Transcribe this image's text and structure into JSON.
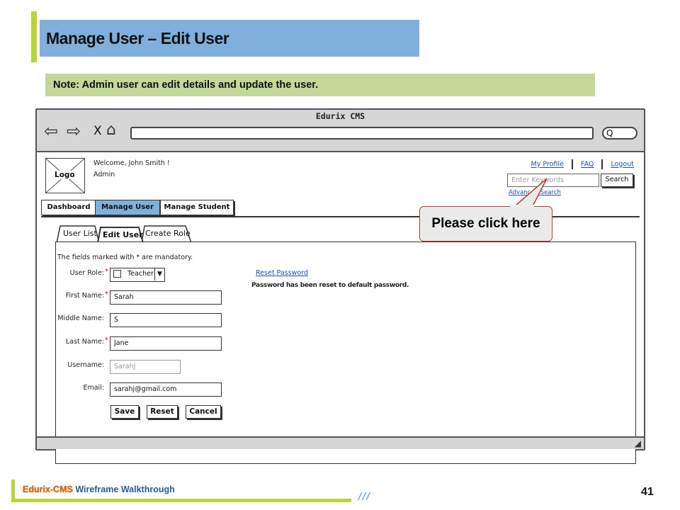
{
  "slide": {
    "title": "Manage User – Edit User",
    "note_label": "Note:",
    "note_text": "Admin user can edit details and update the user.",
    "footer_brand": "Edurix-CMS",
    "footer_text": "Wireframe Walkthrough",
    "footer_slashes": "///",
    "page_number": "41",
    "callout": "Please click here",
    "accent_color": "#b9d533",
    "title_bg": "#7fb0db",
    "note_bg": "#c4d79b"
  },
  "browser": {
    "title": "Edurix CMS",
    "back_icon": "⇦",
    "forward_icon": "⇨",
    "close_icon": "X",
    "home_icon": "⌂",
    "search_icon": "Q",
    "resize_icon": "◢"
  },
  "header": {
    "logo": "Logo",
    "welcome": "Welcome, John Smith !",
    "role": "Admin",
    "links": {
      "my_profile": "My Profile",
      "faq": "FAQ",
      "logout": "Logout"
    },
    "search_placeholder": "Enter Keywords",
    "search_button": "Search",
    "advanced_search": "Advanced Search"
  },
  "nav": {
    "tabs": [
      "Dashboard",
      "Manage User",
      "Manage Student"
    ],
    "active": "Manage User"
  },
  "subtabs": {
    "tabs": [
      "User List",
      "Edit User",
      "Create Role"
    ],
    "active": "Edit User"
  },
  "form": {
    "mandatory_note": "The fields marked with * are mandatory.",
    "user_role_label": "User Role:",
    "user_role_value": "Teacher",
    "first_name_label": "First Name:",
    "first_name_value": "Sarah",
    "middle_name_label": "Middle Name:",
    "middle_name_value": "S",
    "last_name_label": "Last Name:",
    "last_name_value": "Jane",
    "username_label": "Username:",
    "username_value": "SarahJ",
    "email_label": "Email:",
    "email_value": "sarahj@gmail.com",
    "required_marker": "*",
    "save": "Save",
    "reset": "Reset",
    "cancel": "Cancel",
    "reset_password_link": "Reset Password",
    "reset_password_message": "Password has been reset to default password."
  }
}
